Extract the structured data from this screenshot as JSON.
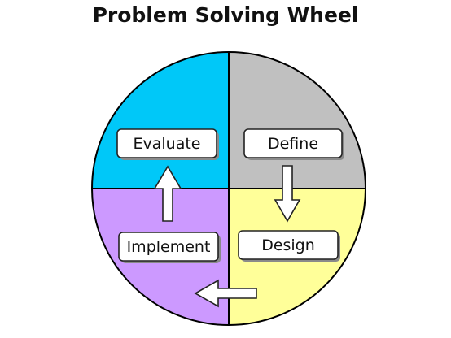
{
  "title": "Problem Solving Wheel",
  "colors": {
    "evaluate": "#00c8f8",
    "define": "#c0c0c0",
    "implement": "#cc99ff",
    "design": "#ffff99",
    "outline": "#000000"
  },
  "steps": [
    {
      "id": "define",
      "label": "Define"
    },
    {
      "id": "design",
      "label": "Design"
    },
    {
      "id": "implement",
      "label": "Implement"
    },
    {
      "id": "evaluate",
      "label": "Evaluate"
    }
  ]
}
